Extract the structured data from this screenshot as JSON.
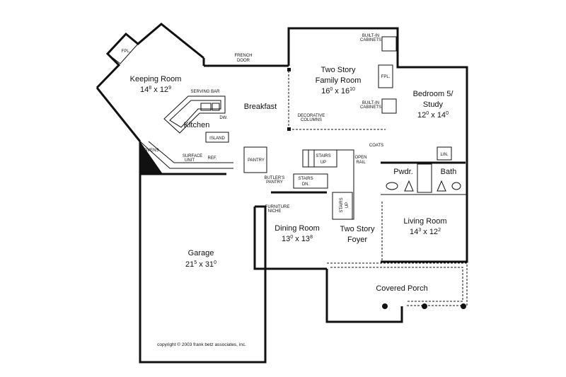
{
  "rooms": {
    "keeping": {
      "name": "Keeping Room",
      "w": "14",
      "w_in": "8",
      "sep": "x",
      "d": "12",
      "d_in": "9"
    },
    "family": {
      "name1": "Two Story",
      "name2": "Family Room",
      "w": "16",
      "w_in": "0",
      "sep": "x",
      "d": "16",
      "d_in": "10"
    },
    "bedroom": {
      "name1": "Bedroom 5/",
      "name2": "Study",
      "w": "12",
      "w_in": "0",
      "sep": "x",
      "d": "14",
      "d_in": "0"
    },
    "breakfast": {
      "name": "Breakfast"
    },
    "kitchen": {
      "name": "Kitchen"
    },
    "dining": {
      "name": "Dining Room",
      "w": "13",
      "w_in": "0",
      "sep": "x",
      "d": "13",
      "d_in": "8"
    },
    "foyer": {
      "name1": "Two Story",
      "name2": "Foyer"
    },
    "living": {
      "name": "Living Room",
      "w": "14",
      "w_in": "3",
      "sep": "x",
      "d": "12",
      "d_in": "2"
    },
    "garage": {
      "name": "Garage",
      "w": "21",
      "w_in": "5",
      "sep": "x",
      "d": "31",
      "d_in": "0"
    },
    "porch": {
      "name": "Covered Porch"
    },
    "bath": {
      "name": "Bath"
    },
    "pwdr": {
      "name": "Pwdr."
    }
  },
  "labels": {
    "fpl_keeping": "FPL.",
    "fpl_family": "FPL.",
    "french_door_1": "FRENCH",
    "french_door_2": "DOOR",
    "builtin_top_1": "BUILT-IN",
    "builtin_top_2": "CABINETS",
    "builtin_bot_1": "BUILT-IN",
    "builtin_bot_2": "CABINETS",
    "serving_bar": "SERVING BAR",
    "dw": "DW.",
    "island": "ISLAND",
    "ovens": "OVENS",
    "surface_unit_1": "SURFACE",
    "surface_unit_2": "UNIT",
    "ref": "REF.",
    "decorative_1": "DECORATIVE",
    "decorative_2": "COLUMNS",
    "coats": "COATS",
    "lin": "LIN.",
    "pantry": "PANTRY",
    "stairs_up_1": "STAIRS",
    "stairs_up_2": "UP",
    "open_rail_1": "OPEN",
    "open_rail_2": "RAIL",
    "butlers_1": "BUTLER'S",
    "butlers_2": "PANTRY",
    "stairs_dn_1": "STAIRS",
    "stairs_dn_2": "DN.",
    "furniture_1": "FURNITURE",
    "furniture_2": "NICHE",
    "stairs_up_vert": "STAIRS",
    "stairs_up_vert2": "UP"
  },
  "copyright": "copyright © 2003 frank betz associates, inc."
}
